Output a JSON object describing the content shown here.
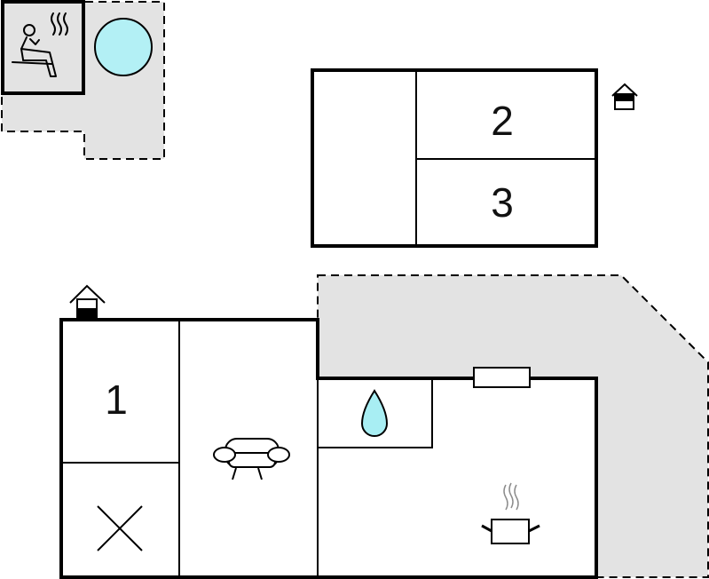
{
  "floor_plan": {
    "rooms": [
      {
        "id": "bedroom-1",
        "label": "1"
      },
      {
        "id": "bedroom-2",
        "label": "2"
      },
      {
        "id": "bedroom-3",
        "label": "3"
      }
    ],
    "icons": {
      "sauna": "sauna-icon",
      "hot_tub": "hot-tub-icon",
      "entrance": "entrance-icon",
      "bathroom": "water-drop-icon",
      "living_room": "sofa-icon",
      "kitchen": "cooking-pot-icon",
      "hallway": "cross-icon",
      "fireplace": "fireplace-icon"
    },
    "colors": {
      "terrace_fill": "#e3e3e3",
      "hot_tub_fill": "#b3f0f5",
      "water_drop_fill": "#a8eef3",
      "walls": "#000000"
    }
  }
}
